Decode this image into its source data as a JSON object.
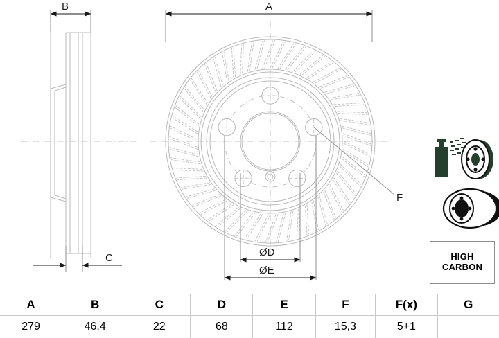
{
  "drawing": {
    "title": "brake-disc-technical-drawing",
    "dimension_labels": [
      {
        "id": "B",
        "text": "B",
        "view": "side-view-top"
      },
      {
        "id": "A",
        "text": "A",
        "view": "face-view-top"
      },
      {
        "id": "C",
        "text": "C",
        "view": "side-view-bottom"
      },
      {
        "id": "F",
        "text": "F",
        "view": "face-view-leader"
      },
      {
        "id": "OD",
        "text": "ØD",
        "view": "face-view-bottom"
      },
      {
        "id": "OE",
        "text": "ØE",
        "view": "face-view-bottom"
      }
    ]
  },
  "features": {
    "coating_icon": "spray-coating-disc-icon",
    "vented_icon": "vented-brake-disc-icon",
    "badge_line1": "HIGH",
    "badge_line2": "CARBON"
  },
  "spec_table": {
    "headers": [
      "A",
      "B",
      "C",
      "D",
      "E",
      "F",
      "F(x)",
      "G"
    ],
    "values": [
      "279",
      "46,4",
      "22",
      "68",
      "112",
      "15,3",
      "5+1",
      ""
    ]
  },
  "colors": {
    "line": "#b9b9b9",
    "line_dark": "#8c8c8c",
    "dimension": "#4a4a4a",
    "icon_green": "#24402c",
    "icon_black": "#111111",
    "table_border": "#c9c9c9",
    "text": "#1a1a1a"
  }
}
